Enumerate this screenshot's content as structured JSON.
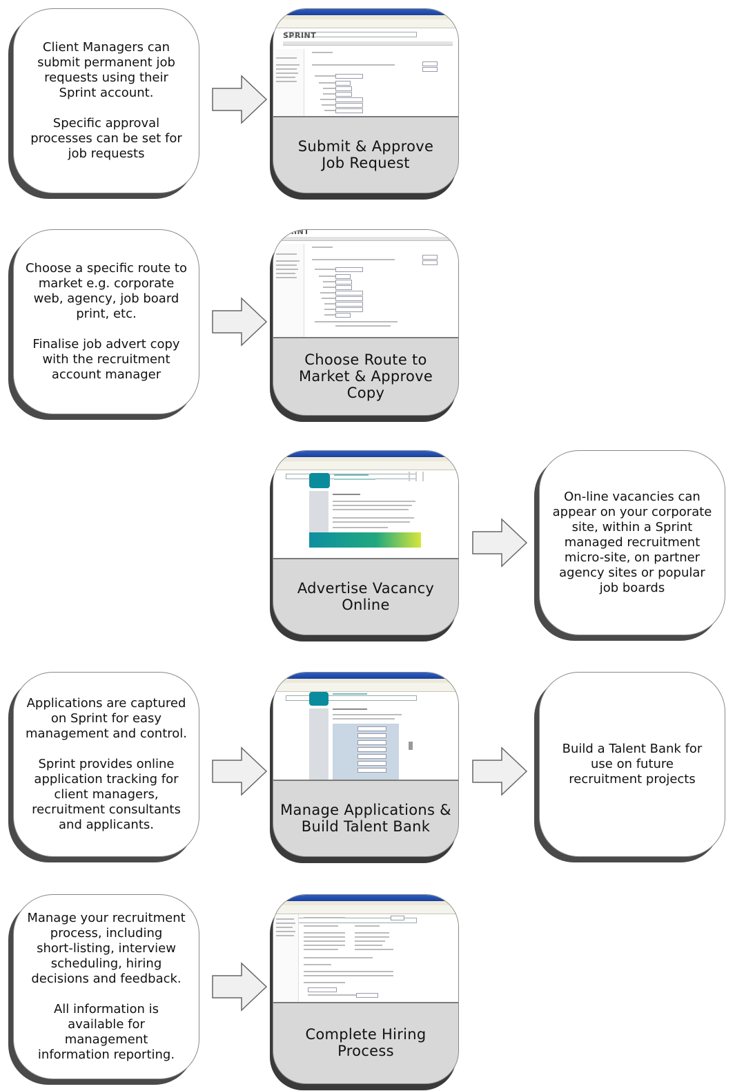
{
  "rows": [
    {
      "left_text": "Client Managers can\nsubmit permanent job\nrequests using their\nSprint account.\n\nSpecific approval\nprocesses can be set for\njob requests",
      "card_label": "Submit & Approve\nJob Request",
      "screenshot_logo": "SPRINT",
      "right_text": ""
    },
    {
      "left_text": "Choose a specific route to\nmarket e.g. corporate\nweb, agency, job board\nprint, etc.\n\nFinalise job advert copy\nwith the recruitment\naccount manager",
      "card_label": "Choose Route to\nMarket & Approve\nCopy",
      "screenshot_logo": "SPRINT",
      "right_text": ""
    },
    {
      "left_text": "",
      "card_label": "Advertise Vacancy\nOnline",
      "screenshot_logo": "",
      "right_text": "On-line vacancies can\nappear on your corporate\nsite, within a Sprint\nmanaged recruitment\nmicro-site, on partner\nagency sites or popular\njob boards"
    },
    {
      "left_text": "Applications are captured\non Sprint for easy\nmanagement and control.\n\nSprint provides online\napplication tracking for\nclient managers,\nrecruitment consultants\nand applicants.",
      "card_label": "Manage Applications &\nBuild Talent Bank",
      "screenshot_logo": "",
      "right_text": "Build a Talent Bank for\nuse on future\nrecruitment projects"
    },
    {
      "left_text": "Manage your recruitment\nprocess, including\nshort-listing, interview\nscheduling, hiring\ndecisions and feedback.\n\nAll information is\navailable for management\ninformation reporting.",
      "card_label": "Complete Hiring\nProcess",
      "screenshot_logo": "",
      "right_text": ""
    }
  ],
  "colors": {
    "card_label_bg": "#d8d8d8",
    "arrow_fill": "#f0f0f0",
    "shadow": "#4a4a4a",
    "browser_title": "#2d5fc4",
    "accent_teal": "#0e8fa0"
  }
}
